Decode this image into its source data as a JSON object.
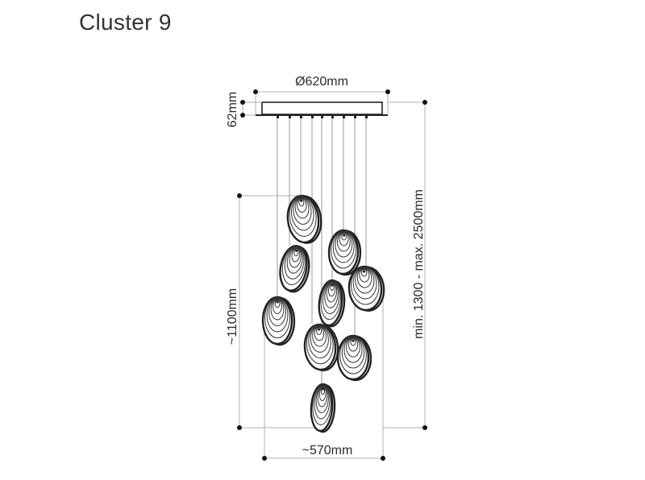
{
  "title": "Cluster 9",
  "dimensions": {
    "canopy_diameter": "Ø620mm",
    "canopy_height": "62mm",
    "cluster_height": "~1100mm",
    "cluster_width": "~570mm",
    "total_length": "min. 1300 - max. 2500mm"
  },
  "colors": {
    "line": "#222222",
    "dimension_line": "#b0b0b0",
    "dot": "#111111"
  }
}
